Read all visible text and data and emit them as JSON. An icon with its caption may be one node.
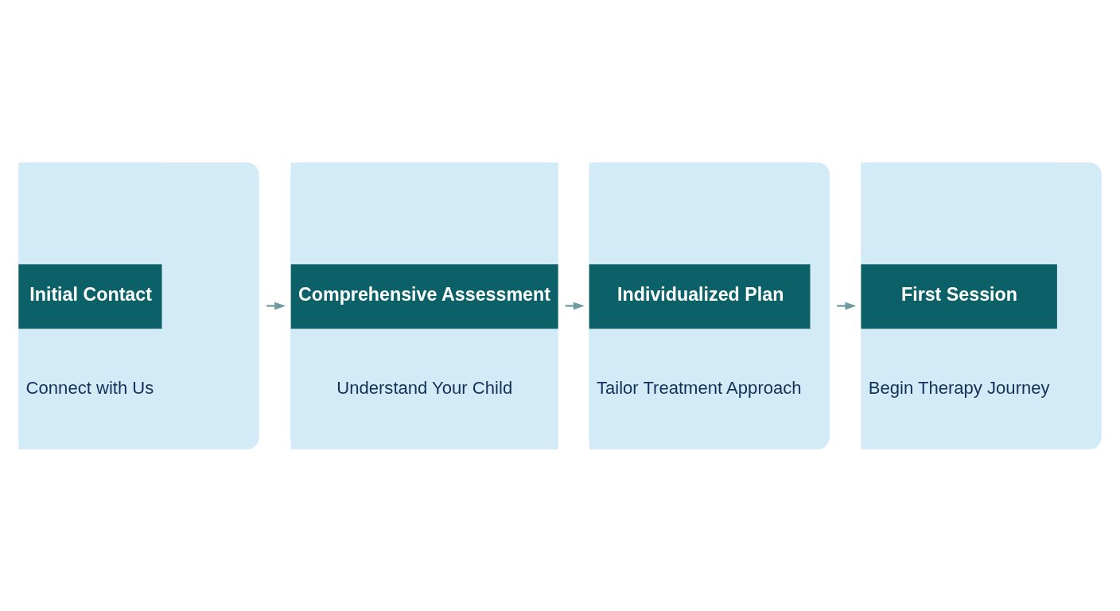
{
  "diagram": {
    "nodes": [
      {
        "text": [
          "Initial Contact",
          "Connect with Us"
        ]
      },
      {
        "text": [
          "Comprehensive Assessment",
          "Understand Your Child"
        ]
      },
      {
        "text": [
          "Individualized Plan",
          "Tailor Treatment Approach"
        ]
      },
      {
        "text": [
          "First Session",
          "Begin Therapy Journey"
        ]
      }
    ],
    "edges": [
      {
        "from": 0,
        "to": 1,
        "arrow": "to"
      },
      {
        "from": 1,
        "to": 2,
        "arrow": "to"
      },
      {
        "from": 2,
        "to": 3,
        "arrow": "to"
      }
    ]
  }
}
